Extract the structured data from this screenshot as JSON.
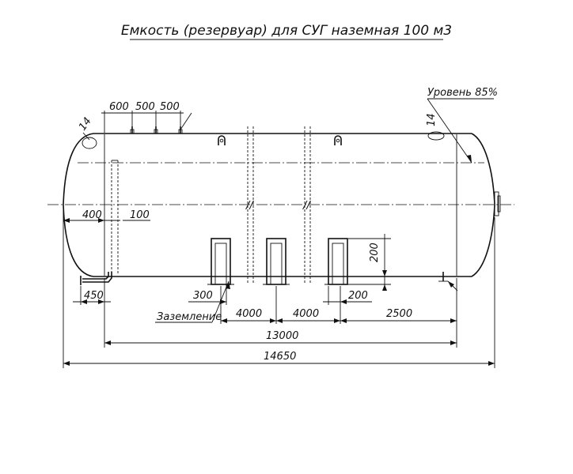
{
  "title": "Емкость (резервуар) для СУГ наземная 100 м3",
  "labels": {
    "level": "Уровень 85%",
    "grounding": "Заземление"
  },
  "dimensions": {
    "d600": "600",
    "d500a": "500",
    "d500b": "500",
    "d14_left": "14",
    "d14_right": "14",
    "d400": "400",
    "d100": "100",
    "d200_v": "200",
    "d450": "450",
    "d300": "300",
    "d200_h": "200",
    "d4000a": "4000",
    "d4000b": "4000",
    "d2500": "2500",
    "d13000": "13000",
    "d14650": "14650"
  }
}
